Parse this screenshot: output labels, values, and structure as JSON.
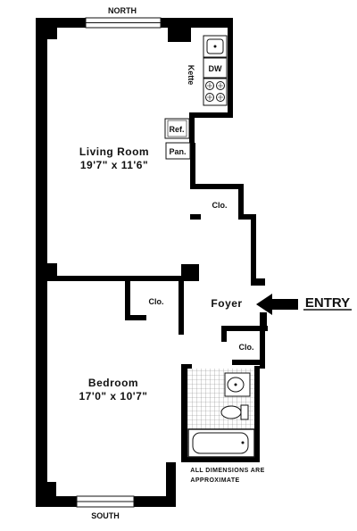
{
  "floorplan": {
    "compass": {
      "north": "NORTH",
      "south": "SOUTH"
    },
    "rooms": {
      "living_room": {
        "name": "Living Room",
        "dims": "19'7\" x 11'6\""
      },
      "bedroom": {
        "name": "Bedroom",
        "dims": "17'0\" x 10'7\""
      },
      "foyer": "Foyer",
      "kitchenette": "Kette"
    },
    "closets": {
      "living": "Clo.",
      "bedroom": "Clo.",
      "foyer": "Clo."
    },
    "appliances": {
      "dishwasher": "DW",
      "refrigerator": "Ref.",
      "pantry": "Pan."
    },
    "entry": "ENTRY",
    "note": {
      "line1": "ALL DIMENSIONS ARE",
      "line2": "APPROXIMATE"
    }
  }
}
